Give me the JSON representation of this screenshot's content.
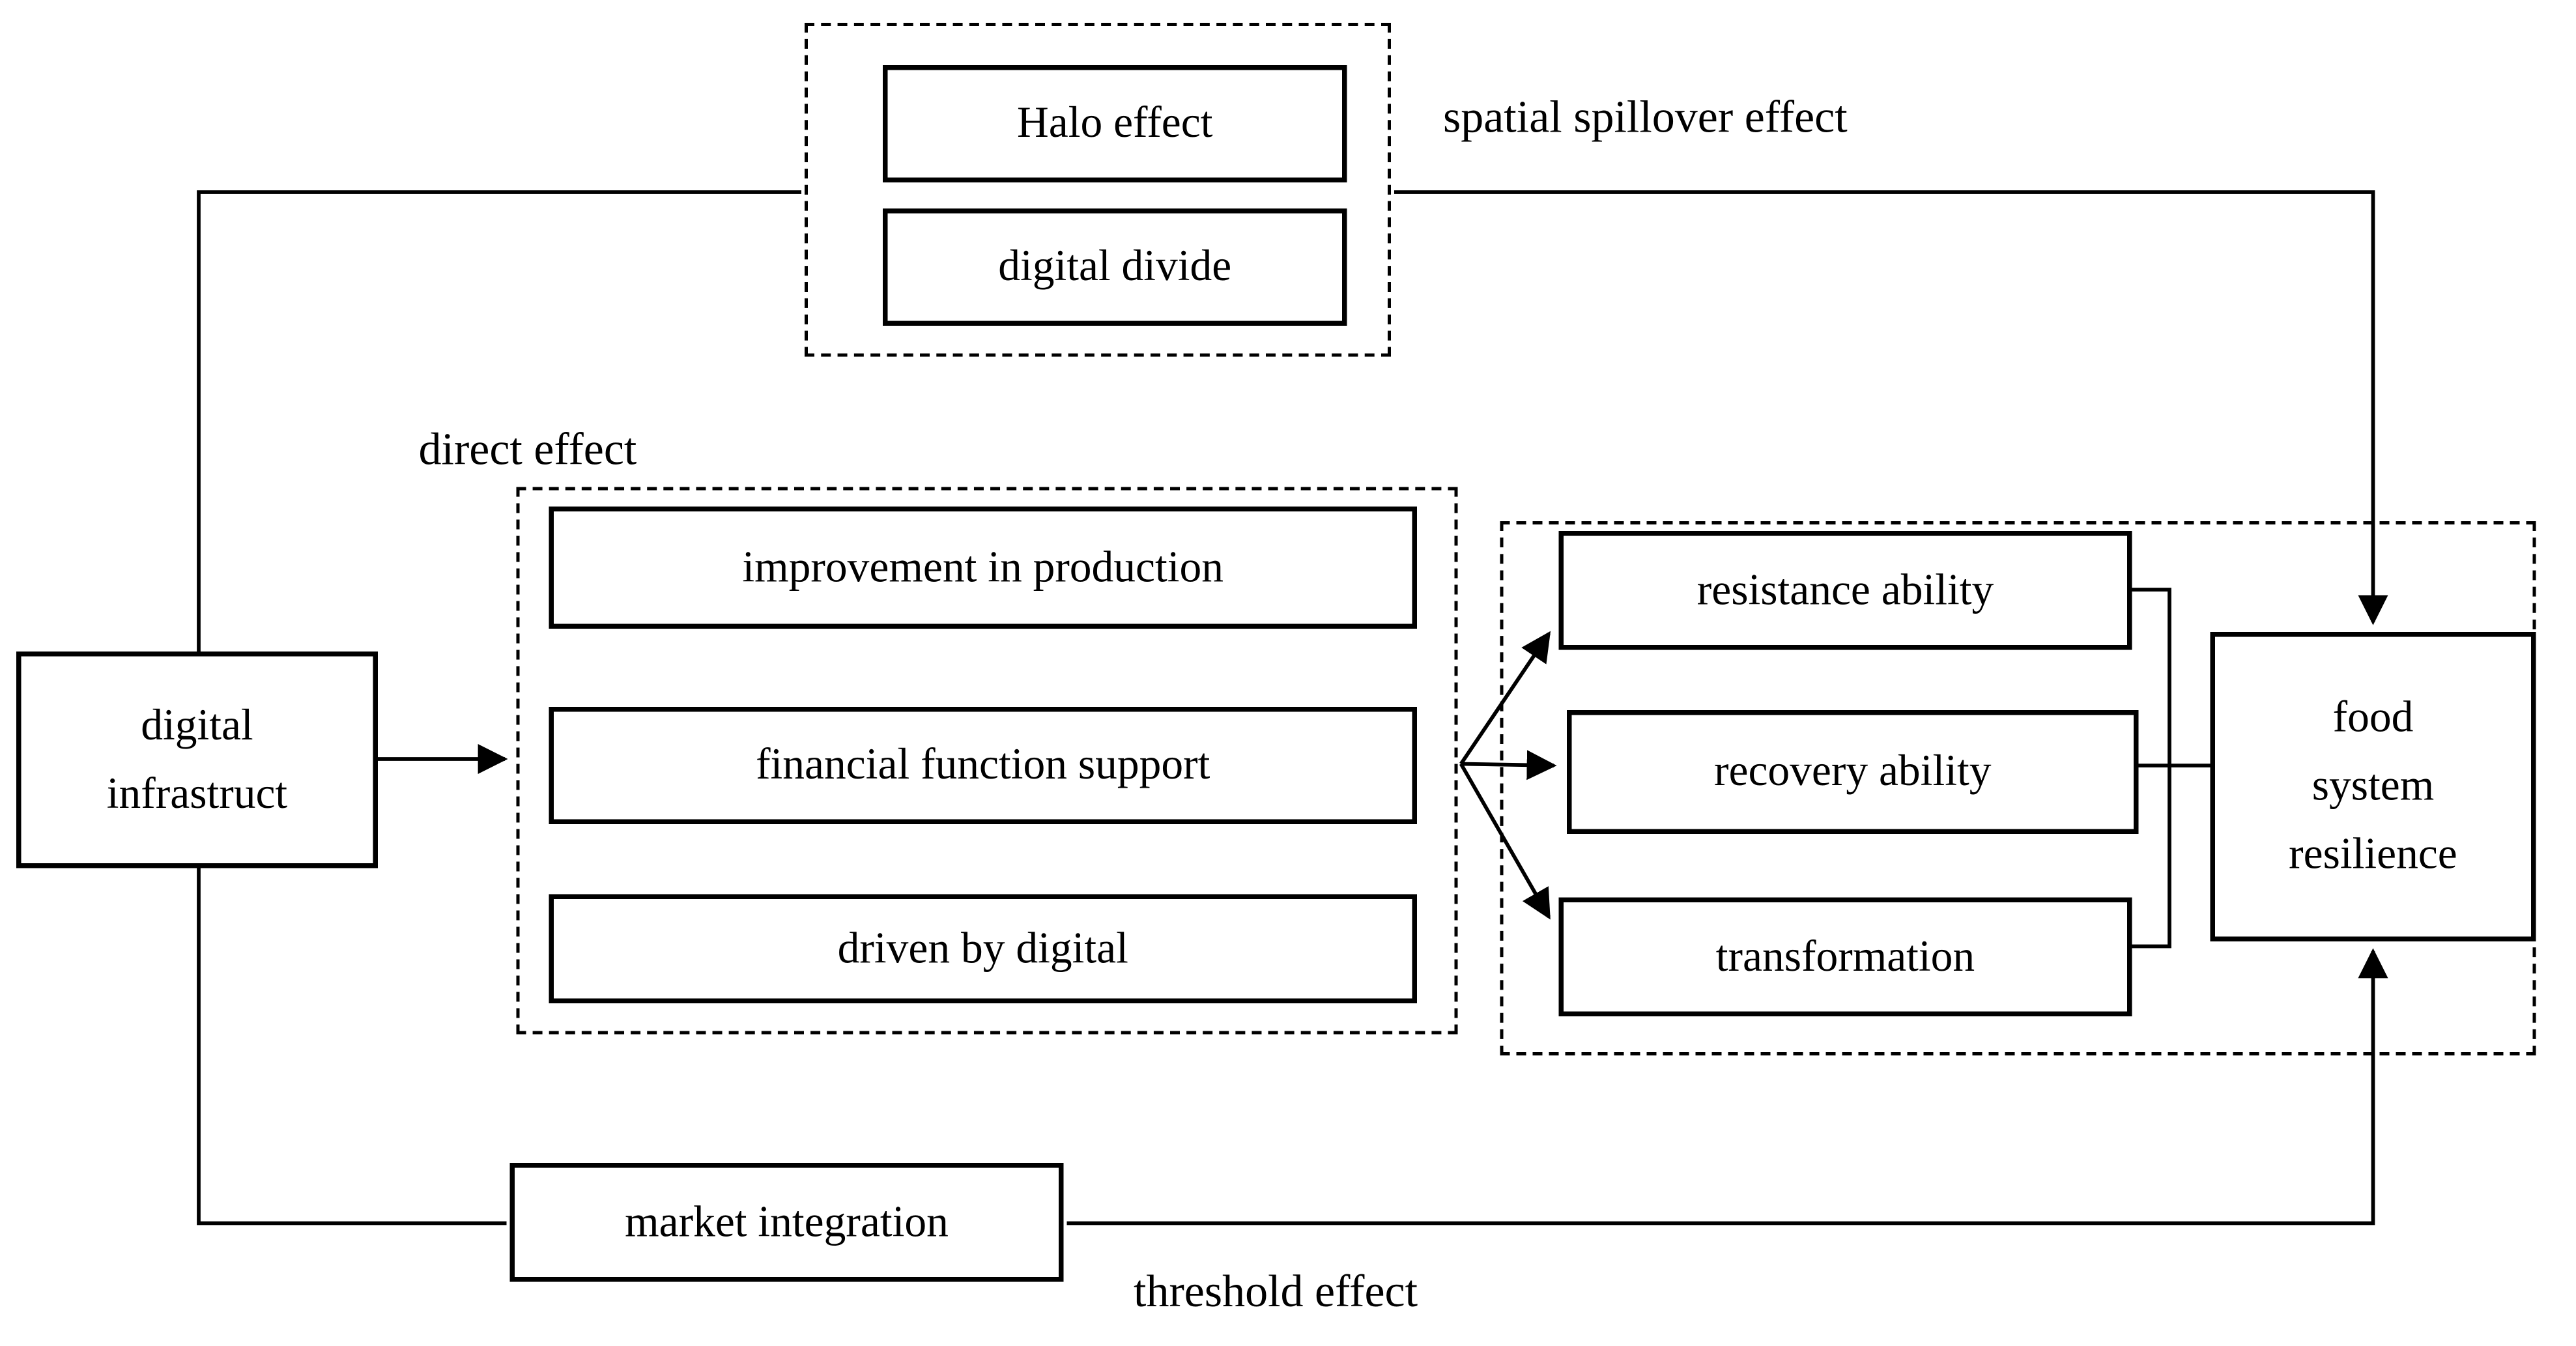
{
  "diagram": {
    "nodes": {
      "digital_infrastructure": "digital\ninfrastruct",
      "halo_effect": "Halo effect",
      "digital_divide": "digital divide",
      "improvement_in_production": "improvement in production",
      "financial_function_support": "financial function support",
      "driven_by_digital": "driven by digital",
      "resistance_ability": "resistance ability",
      "recovery_ability": "recovery ability",
      "transformation": "transformation",
      "food_system_resilience": "food\nsystem\nresilience",
      "market_integration": "market integration"
    },
    "labels": {
      "spatial_spillover_effect": "spatial spillover effect",
      "direct_effect": "direct effect",
      "threshold_effect": "threshold effect"
    },
    "edges": [
      {
        "from": "digital_infrastructure",
        "to": "direct_effect_group",
        "style": "solid-arrow"
      },
      {
        "from": "digital_infrastructure",
        "via": "spillover_group_top_route",
        "to": "food_system_resilience",
        "label": "spatial spillover effect",
        "style": "solid-arrow"
      },
      {
        "from": "digital_infrastructure",
        "via": "market_integration",
        "to": "food_system_resilience",
        "label": "threshold effect",
        "style": "solid-arrow"
      },
      {
        "from": "direct_effect_group",
        "to": "resistance_ability",
        "style": "solid-arrow"
      },
      {
        "from": "direct_effect_group",
        "to": "recovery_ability",
        "style": "solid-arrow"
      },
      {
        "from": "direct_effect_group",
        "to": "transformation",
        "style": "solid-arrow"
      },
      {
        "from": "resistance_ability|recovery_ability|transformation",
        "to": "food_system_resilience",
        "style": "bracket-line"
      }
    ],
    "colors": {
      "line": "#000000",
      "box_border": "#000000",
      "background": "#ffffff",
      "text": "#000000"
    }
  }
}
